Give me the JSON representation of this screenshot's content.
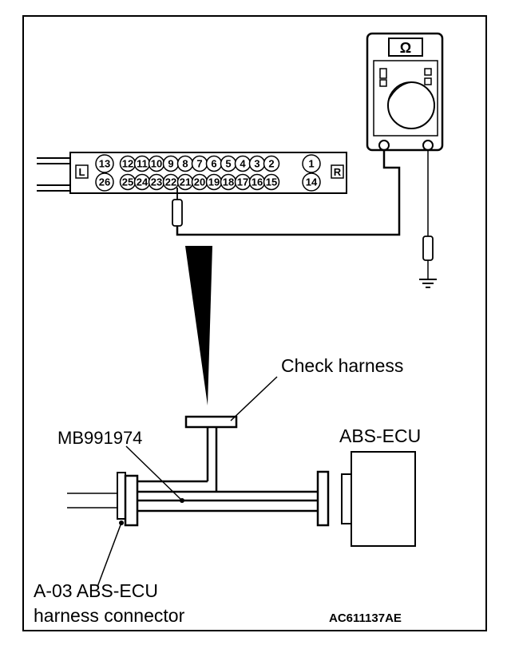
{
  "meter": {
    "symbol": "Ω"
  },
  "connector": {
    "left_mark": "L",
    "right_mark": "R",
    "top_row": [
      "13",
      "12",
      "11",
      "10",
      "9",
      "8",
      "7",
      "6",
      "5",
      "4",
      "3",
      "2",
      "1"
    ],
    "bottom_row": [
      "26",
      "25",
      "24",
      "23",
      "22",
      "21",
      "20",
      "19",
      "18",
      "17",
      "16",
      "15",
      "14"
    ]
  },
  "labels": {
    "check_harness": "Check harness",
    "mb_number": "MB991974",
    "abs_ecu": "ABS-ECU",
    "harness_connector_line1": "A-03 ABS-ECU",
    "harness_connector_line2": "harness connector"
  },
  "figure_code": "AC611137AE"
}
